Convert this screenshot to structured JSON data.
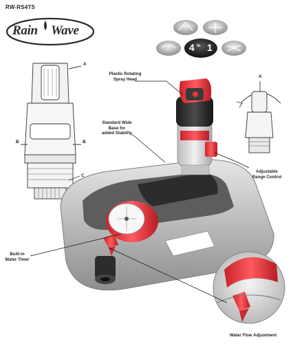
{
  "header": {
    "model_number": "RW-RS4TS"
  },
  "logo": {
    "brand_part1": "Rain",
    "brand_part2": "Wave"
  },
  "spray_modes": {
    "badge_number": "4",
    "badge_in": "in",
    "badge_one": "1"
  },
  "callouts": {
    "spray_head": "Plastic Rotating\nSpray Head",
    "base": "Standard Wide\nBase for\nadded Stability",
    "range": "Adjustable\nRange Control",
    "timer": "Built-in\nWater Timer",
    "flow": "Water Flow Adjustment"
  },
  "diagram_letters": {
    "left_a": "A",
    "left_b1": "B",
    "left_b2": "B",
    "left_c": "C",
    "right_a": "A"
  },
  "colors": {
    "accent_red": "#e8343a",
    "dark": "#2a2a2a",
    "light_gray": "#d8d8d8",
    "mid_gray": "#9a9a9a"
  }
}
